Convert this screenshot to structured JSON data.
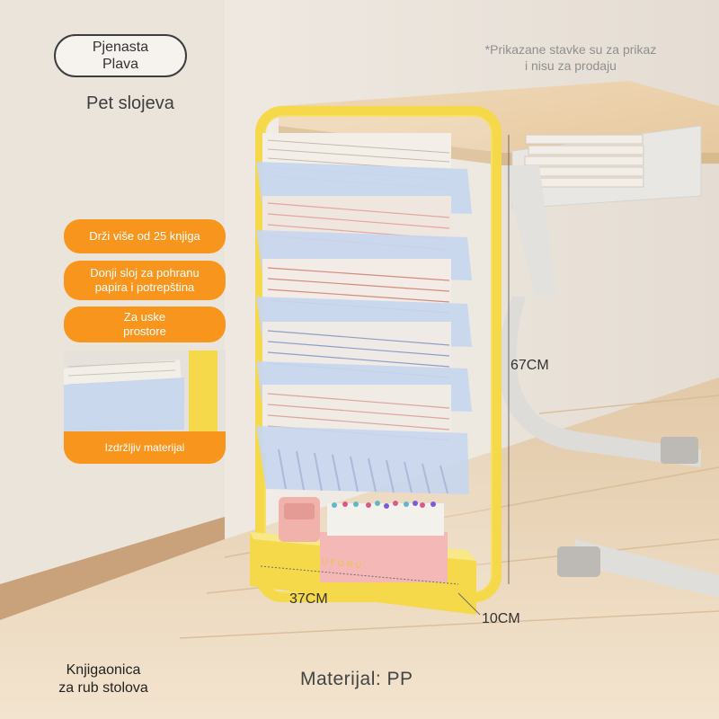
{
  "color_option": {
    "line1": "Pjenasta",
    "line2": "Plava"
  },
  "layers_label": "Pet slojeva",
  "disclaimer": {
    "line1": "*Prikazane stavke su za prikaz",
    "line2": "i nisu za prodaju"
  },
  "features": [
    {
      "text": "Drži više od 25 knjiga"
    },
    {
      "line1": "Donji sloj za pohranu",
      "line2": "papira i potrepština"
    },
    {
      "line1": "Za uske",
      "line2": "prostore"
    }
  ],
  "inset_label": "Izdržljiv materijal",
  "dimensions": {
    "height": "67CM",
    "width": "37CM",
    "depth": "10CM"
  },
  "brand_text": "UFORU",
  "product_name": {
    "line1": "Knjigaonica",
    "line2": "za rub stolova"
  },
  "material": "Materijal: PP",
  "colors": {
    "accent_orange": "#f8951d",
    "frame_yellow": "#f5d94a",
    "shelf_blue": "#c7d6ee"
  }
}
